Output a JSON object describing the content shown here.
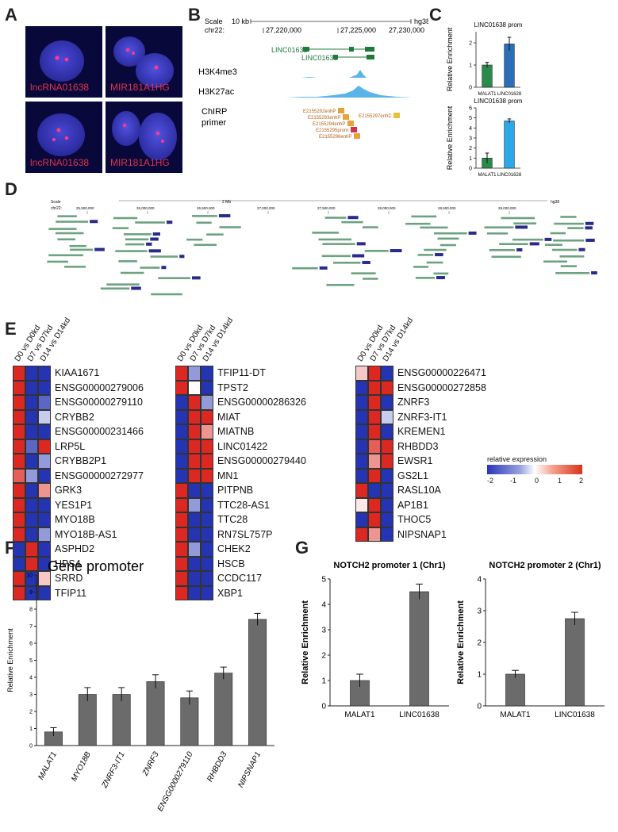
{
  "panels": {
    "A": "A",
    "B": "B",
    "C": "C",
    "D": "D",
    "E": "E",
    "F": "F",
    "G": "G"
  },
  "panelA": {
    "captions": [
      "lncRNA01638",
      "MIR181A1HG",
      "lncRNA01638",
      "MIR181A1HG"
    ]
  },
  "panelB": {
    "scale_label": "Scale",
    "scale_value": "10 kb",
    "assembly": "hg38",
    "chrom": "chr22:",
    "ticks": [
      "27,220,000",
      "27,225,000",
      "27,230,000"
    ],
    "genes": [
      "LINC01638",
      "LINC01638"
    ],
    "tracks": [
      "H3K4me3",
      "H3K27ac"
    ],
    "chirp_label_1": "ChIRP",
    "chirp_label_2": "primer",
    "primers": [
      "E2155292enhP",
      "E2155293enhP",
      "E2155294enhP",
      "E2155295prom",
      "E2155296enhP",
      "E2155297enhC"
    ],
    "primer_colors": [
      "#e8a23a",
      "#e8a23a",
      "#e8a23a",
      "#d8304a",
      "#e8a23a",
      "#e8c13a"
    ]
  },
  "panelC": {
    "charts": [
      {
        "title": "LINC01638 prom",
        "ylabel": "Relative Enrichment",
        "type": "bar",
        "categories": [
          "MALAT1",
          "LINC01628"
        ],
        "values": [
          1.0,
          1.95
        ],
        "errors": [
          0.12,
          0.3
        ],
        "ylim": [
          0,
          2.5
        ],
        "yticks": [
          "0",
          "1",
          "2"
        ],
        "colors": [
          "#2a8a4a",
          "#2a6fb8"
        ]
      },
      {
        "title": "LINC01638 prom",
        "ylabel": "Relative Enrichment",
        "type": "bar",
        "categories": [
          "MALAT1",
          "LINC01628"
        ],
        "values": [
          1.0,
          4.7
        ],
        "errors": [
          0.5,
          0.2
        ],
        "ylim": [
          0,
          6
        ],
        "yticks": [
          "0",
          "1",
          "2",
          "3",
          "4",
          "5",
          "6"
        ],
        "colors": [
          "#2a8a4a",
          "#2aa8e8"
        ]
      }
    ]
  },
  "panelD": {
    "scale": "Scale",
    "chrom": "chr22:",
    "assembly": "hg38",
    "size": "2 Mb",
    "ticks": [
      "25,500,000",
      "26,000,000",
      "26,500,000",
      "27,000,000",
      "27,500,000",
      "28,000,000",
      "28,500,000",
      "29,000,000"
    ]
  },
  "panelE": {
    "columns": [
      "D0 vs D0kd",
      "D7 vs D7kd",
      "D14 vs D14kd"
    ],
    "legend_title": "relative expression",
    "legend_ticks": [
      "-2",
      "-1",
      "0",
      "1",
      "2"
    ],
    "groups": [
      {
        "genes": [
          "KIAA1671",
          "ENSG00000279006",
          "ENSG00000279110",
          "CRYBB2",
          "ENSG00000231466",
          "LRP5L",
          "CRYBB2P1",
          "ENSG00000272977"
        ],
        "values": [
          [
            2,
            -2,
            -2
          ],
          [
            2,
            -2,
            -2
          ],
          [
            2,
            -2,
            -1.5
          ],
          [
            2,
            -2,
            -0.5
          ],
          [
            2,
            -2,
            -2
          ],
          [
            2,
            -1.5,
            2
          ],
          [
            2,
            -2,
            -1
          ],
          [
            1.5,
            -1,
            -2
          ]
        ]
      },
      {
        "genes": [
          "GRK3",
          "YES1P1",
          "MYO18B",
          "MYO18B-AS1",
          "ASPHD2",
          "HPS4",
          "SRRD",
          "TFIP11"
        ],
        "values": [
          [
            2,
            -2,
            1
          ],
          [
            2,
            -2,
            -2
          ],
          [
            2,
            -2,
            -2
          ],
          [
            2,
            -2,
            -1
          ],
          [
            -2,
            2,
            -2
          ],
          [
            -2,
            2,
            -2
          ],
          [
            2,
            -2,
            0.5
          ],
          [
            2,
            -2,
            -2
          ]
        ]
      },
      {
        "genes": [
          "TFIP11-DT",
          "TPST2",
          "ENSG00000286326",
          "MIAT",
          "MIATNB",
          "LINC01422",
          "ENSG00000279440",
          "MN1"
        ],
        "values": [
          [
            2,
            -1,
            -2
          ],
          [
            2,
            0,
            -2
          ],
          [
            -2,
            2,
            -1
          ],
          [
            -2,
            2,
            2
          ],
          [
            -2,
            2,
            1
          ],
          [
            -2,
            2,
            2
          ],
          [
            -2,
            2,
            2
          ],
          [
            -2,
            2,
            2
          ]
        ]
      },
      {
        "genes": [
          "PITPNB",
          "TTC28-AS1",
          "TTC28",
          "RN7SL757P",
          "CHEK2",
          "HSCB",
          "CCDC117",
          "XBP1"
        ],
        "values": [
          [
            2,
            -2,
            -2
          ],
          [
            2,
            -1,
            -2
          ],
          [
            2,
            -2,
            -2
          ],
          [
            2,
            -2,
            -2
          ],
          [
            2,
            -1,
            -2
          ],
          [
            2,
            -2,
            -2
          ],
          [
            2,
            -2,
            -2
          ],
          [
            2,
            -2,
            -2
          ]
        ]
      },
      {
        "genes": [
          "ENSG00000226471",
          "ENSG00000272858",
          "ZNRF3",
          "ZNRF3-IT1",
          "KREMEN1",
          "RHBDD3",
          "EWSR1",
          "GS2L1"
        ],
        "values": [
          [
            0.5,
            2,
            -2
          ],
          [
            -2,
            2,
            2
          ],
          [
            -2,
            2,
            -2
          ],
          [
            -2,
            2,
            -0.5
          ],
          [
            -2,
            2,
            -2
          ],
          [
            -2,
            1.5,
            2
          ],
          [
            -2,
            1,
            2
          ],
          [
            -2,
            2,
            -2
          ]
        ]
      },
      {
        "genes": [
          "RASL10A",
          "AP1B1",
          "THOC5",
          "NIPSNAP1"
        ],
        "values": [
          [
            2,
            -2,
            -2
          ],
          [
            0.2,
            2,
            -2
          ],
          [
            -2,
            2,
            -2
          ],
          [
            2,
            1,
            -2
          ]
        ]
      }
    ]
  },
  "panelF": {
    "title": "Gene promoter",
    "chart_data": {
      "type": "bar",
      "ylabel": "Relative Enrichment",
      "categories": [
        "MALAT1",
        "MYO18B",
        "ZNRF3-IT1",
        "ZNRF3",
        "ENSG0000279110",
        "RHBDD3",
        "NIPSNAP1"
      ],
      "values": [
        0.8,
        3.0,
        3.0,
        3.75,
        2.8,
        4.25,
        7.4
      ],
      "errors": [
        0.25,
        0.4,
        0.4,
        0.4,
        0.4,
        0.35,
        0.35
      ],
      "ylim": [
        0,
        10
      ],
      "yticks": [
        "0",
        "1",
        "2",
        "3",
        "4",
        "5",
        "6",
        "7",
        "8",
        "9",
        "10"
      ]
    }
  },
  "panelG": {
    "chart_data": [
      {
        "type": "bar",
        "title": "NOTCH2 promoter 1 (Chr1)",
        "ylabel": "Relative Enrichment",
        "categories": [
          "MALAT1",
          "LINC01638"
        ],
        "values": [
          1.0,
          4.5
        ],
        "errors": [
          0.25,
          0.3
        ],
        "ylim": [
          0,
          5
        ],
        "yticks": [
          "0",
          "1",
          "2",
          "3",
          "4",
          "5"
        ]
      },
      {
        "type": "bar",
        "title": "NOTCH2 promoter 2 (Chr1)",
        "ylabel": "Relative Enrichment",
        "categories": [
          "MALAT1",
          "LINC01638"
        ],
        "values": [
          1.0,
          2.75
        ],
        "errors": [
          0.12,
          0.2
        ],
        "ylim": [
          0,
          4
        ],
        "yticks": [
          "0",
          "1",
          "2",
          "3",
          "4"
        ]
      }
    ]
  }
}
